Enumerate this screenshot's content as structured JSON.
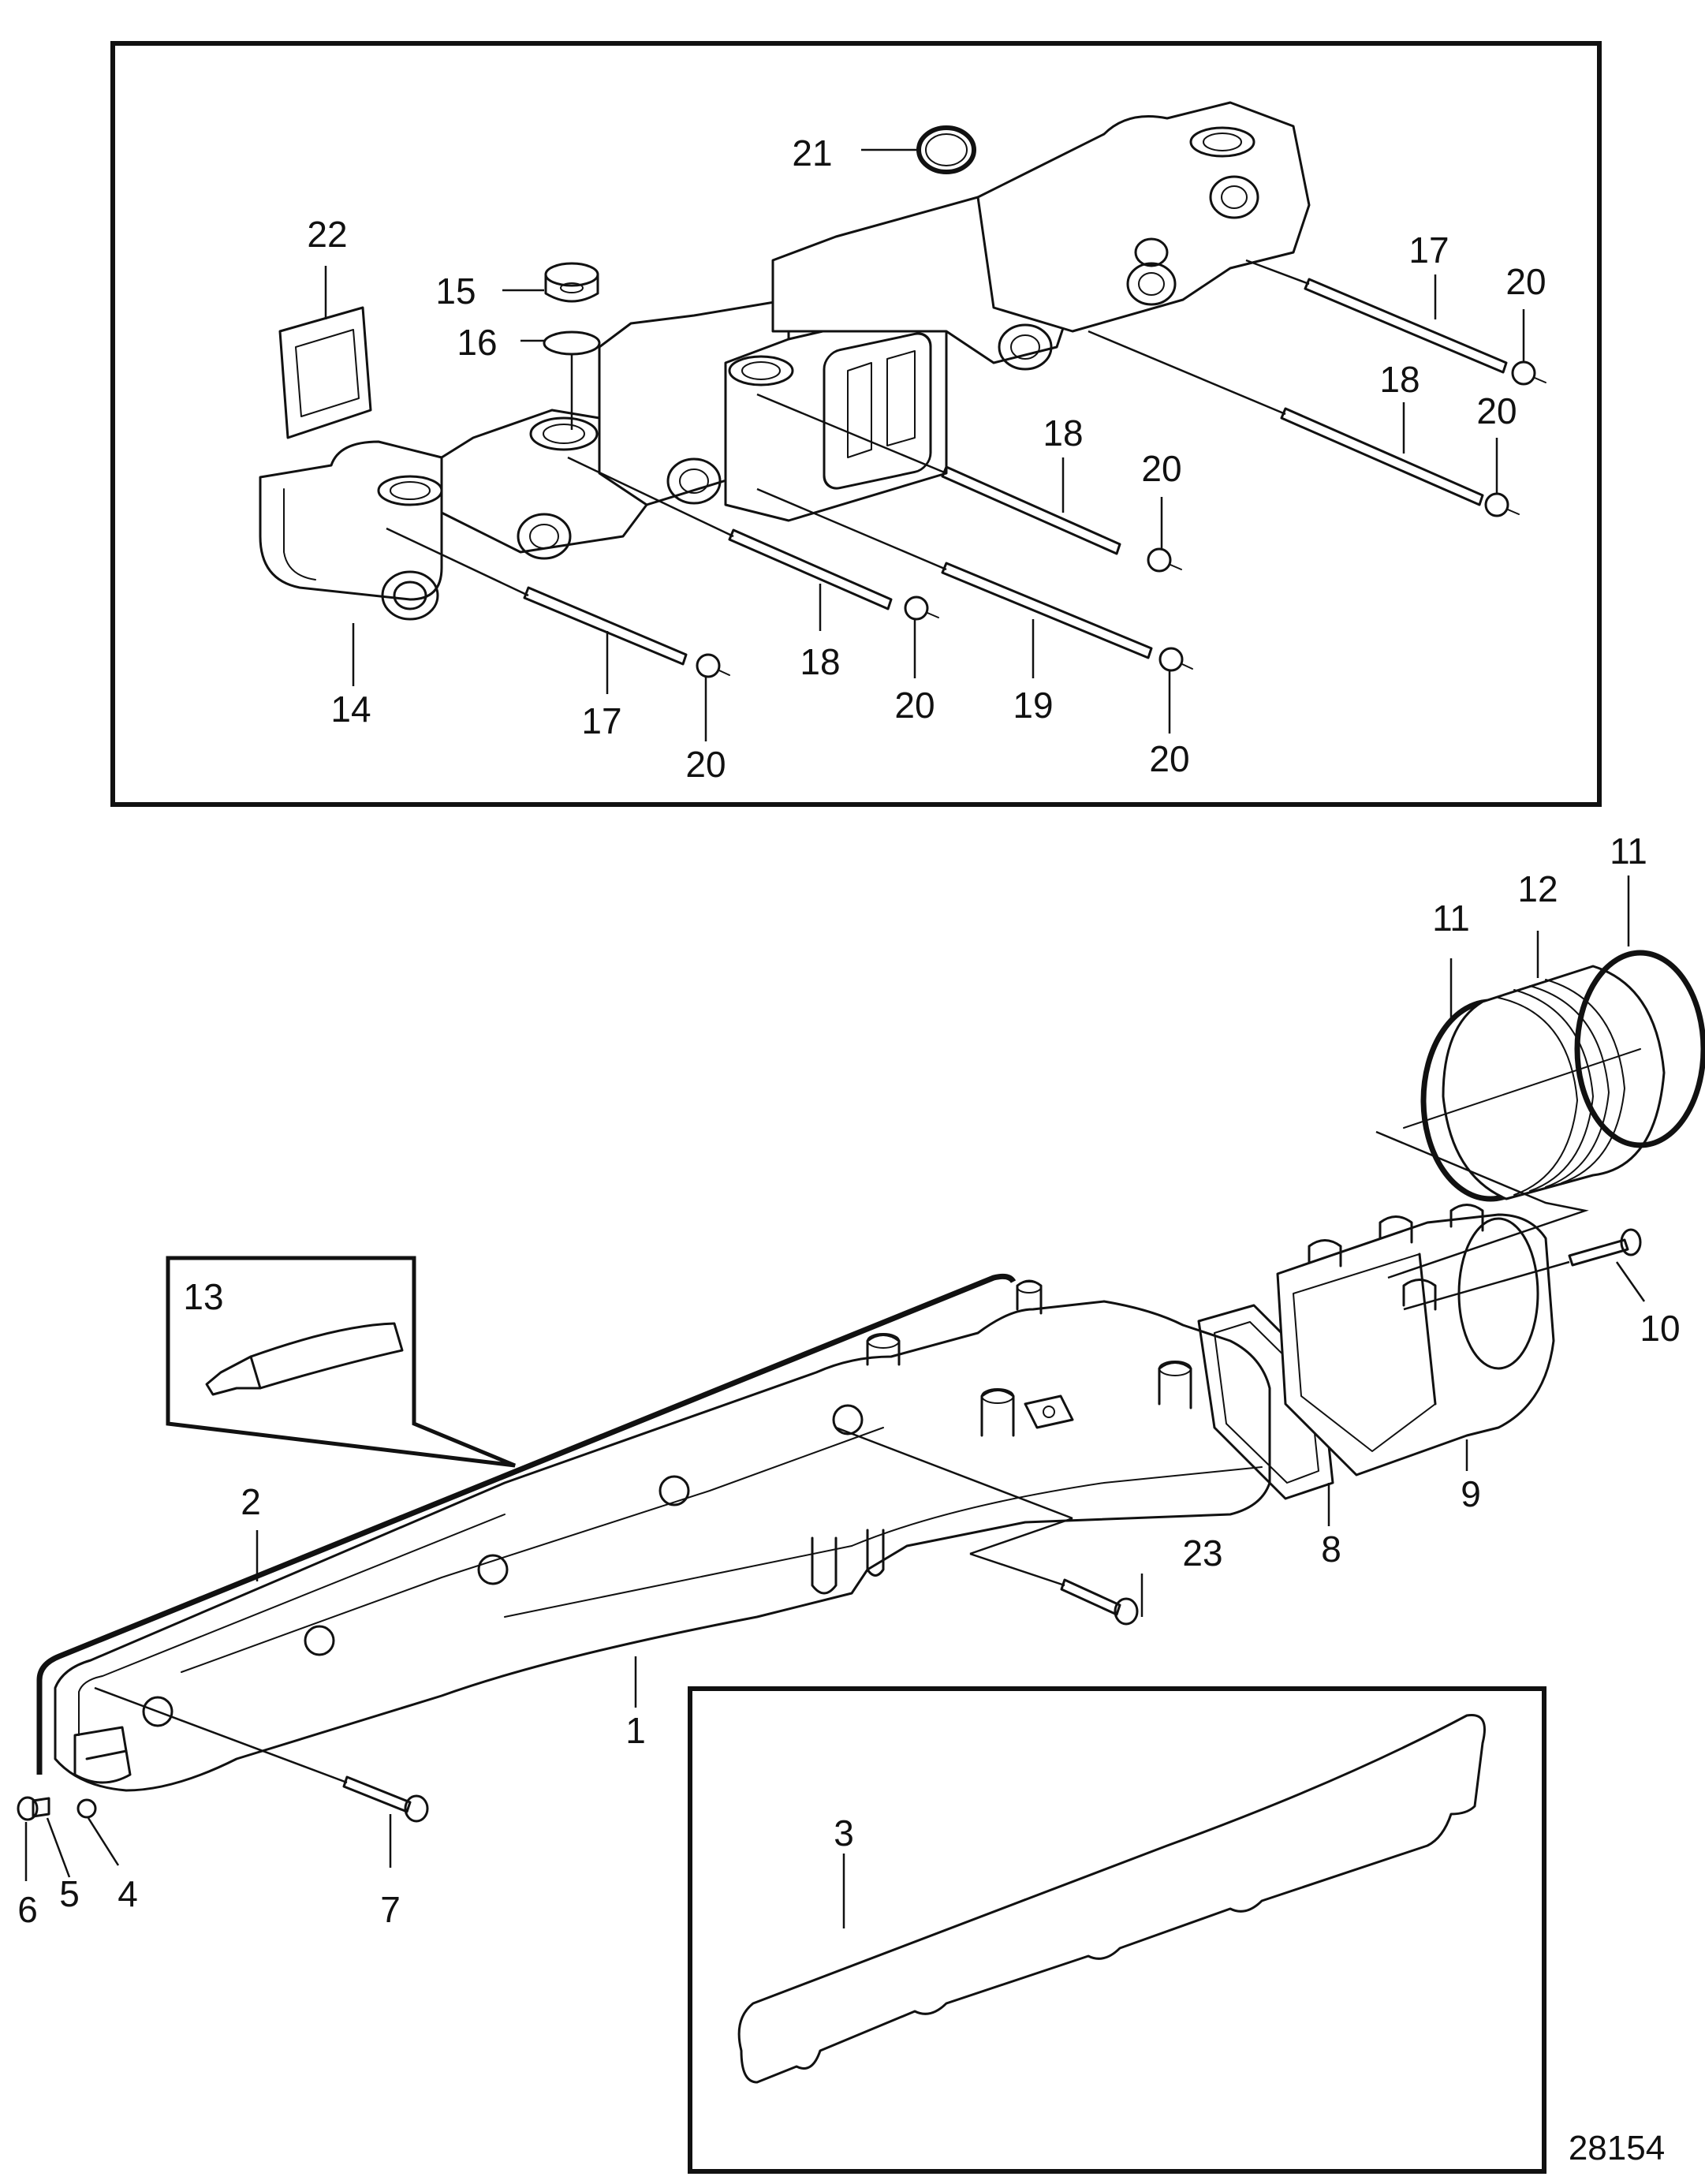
{
  "drawing": {
    "reference_number": "28154"
  },
  "callouts": {
    "c1": "1",
    "c2": "2",
    "c3": "3",
    "c4": "4",
    "c5": "5",
    "c6": "6",
    "c7": "7",
    "c8": "8",
    "c9": "9",
    "c10": "10",
    "c11a": "11",
    "c11b": "11",
    "c12": "12",
    "c13": "13",
    "c14": "14",
    "c15": "15",
    "c16": "16",
    "c17a": "17",
    "c17b": "17",
    "c18a": "18",
    "c18b": "18",
    "c18c": "18",
    "c19": "19",
    "c20a": "20",
    "c20b": "20",
    "c20c": "20",
    "c20d": "20",
    "c20e": "20",
    "c20f": "20",
    "c21": "21",
    "c22": "22",
    "c23": "23"
  }
}
